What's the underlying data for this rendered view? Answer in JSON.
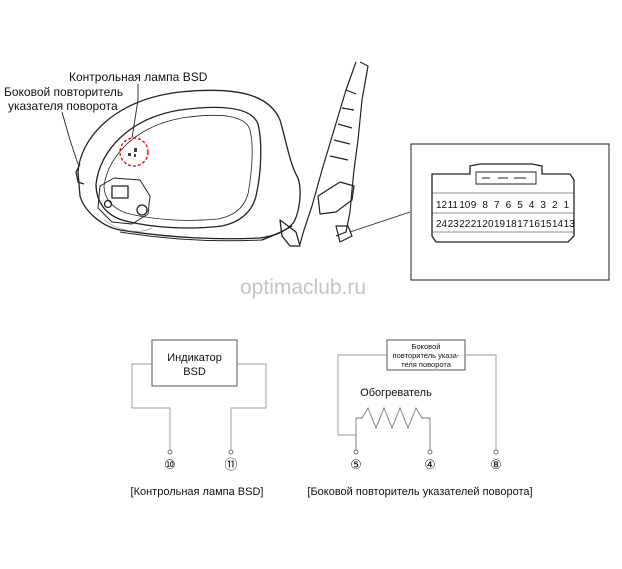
{
  "labels": {
    "bsd_lamp": "Контрольная лампа BSD",
    "side_repeater_line1": "Боковой повторитель",
    "side_repeater_line2": "указателя поворота",
    "watermark": "optimaclub.ru"
  },
  "connector": {
    "top_row": [
      "12",
      "11",
      "10",
      "9",
      "8",
      "7",
      "6",
      "5",
      "4",
      "3",
      "2",
      "1"
    ],
    "bottom_row": [
      "24",
      "23",
      "22",
      "21",
      "20",
      "19",
      "18",
      "17",
      "16",
      "15",
      "14",
      "13"
    ]
  },
  "left_circuit": {
    "box_line1": "Индикатор",
    "box_line2": "BSD",
    "pins": [
      "⑩",
      "⑪"
    ],
    "caption": "[Контрольная лампа BSD]"
  },
  "right_circuit": {
    "box_line1": "Боковой",
    "box_line2": "повторитель указа-",
    "box_line3": "теля поворота",
    "heater_label": "Обогреватель",
    "pins": [
      "⑤",
      "④",
      "⑧"
    ],
    "caption": "[Боковой повторитель указателей поворота]"
  }
}
